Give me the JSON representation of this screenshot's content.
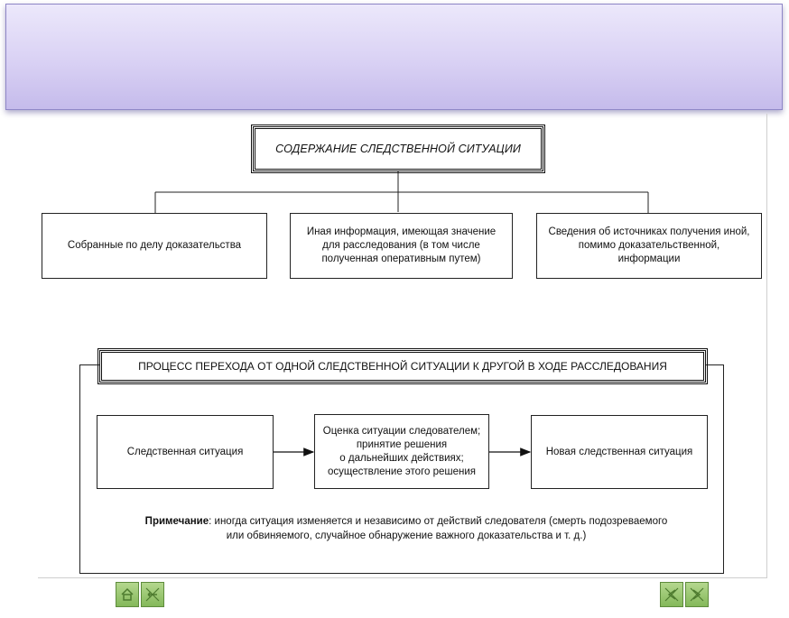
{
  "banner": {
    "title": ""
  },
  "diagram": {
    "content_title": "СОДЕРЖАНИЕ СЛЕДСТВЕННОЙ СИТУАЦИИ",
    "content_boxes": [
      {
        "lines": [
          "Собранные по делу доказательства"
        ]
      },
      {
        "lines": [
          "Иная информация, имеющая значение",
          "для расследования (в том числе",
          "полученная оперативным путем)"
        ]
      },
      {
        "lines": [
          "Сведения об источниках получения иной,",
          "помимо доказательственной,",
          "информации"
        ]
      }
    ],
    "process_title": "ПРОЦЕСС ПЕРЕХОДА ОТ ОДНОЙ СЛЕДСТВЕННОЙ СИТУАЦИИ К ДРУГОЙ В ХОДЕ РАССЛЕДОВАНИЯ",
    "process_boxes": [
      {
        "lines": [
          "Следственная ситуация"
        ]
      },
      {
        "lines": [
          "Оценка ситуации следователем;",
          "принятие решения",
          "о дальнейших действиях;",
          "осуществление этого решения"
        ]
      },
      {
        "lines": [
          "Новая следственная ситуация"
        ]
      }
    ],
    "note": {
      "label": "Примечание",
      "line1": ": иногда ситуация изменяется и независимо от действий следователя (смерть подозреваемого",
      "line2": "или обвиняемого, случайное обнаружение важного доказательства и т. д.)"
    }
  },
  "nav": {
    "icons": [
      "home-icon",
      "back-icon",
      "prev-icon",
      "next-icon"
    ],
    "color": "#84b85a"
  }
}
